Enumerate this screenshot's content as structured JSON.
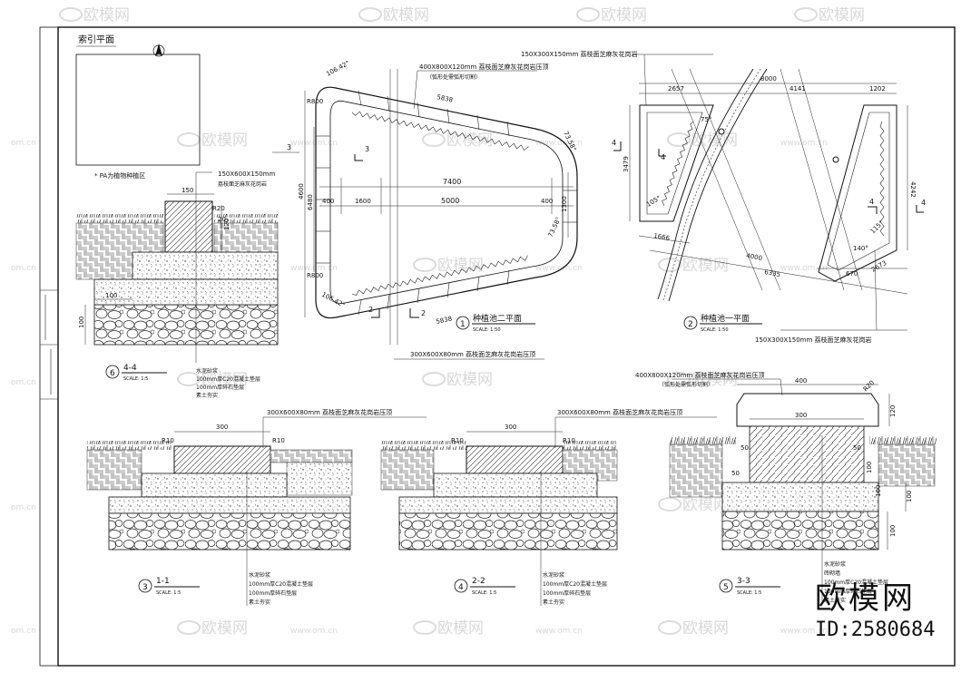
{
  "watermark": {
    "text": "欧模网",
    "domain": "www.om.cn",
    "domain_short": "om.cn"
  },
  "brand": {
    "logo": "欧模网",
    "id": "ID:2580684"
  },
  "index_plan": {
    "title": "索引平面",
    "note": "* PA为植物种植区"
  },
  "plan1": {
    "title": "种植池二平面",
    "scale": "SCALE: 1:50",
    "number": "1",
    "dims": {
      "top_edge": "5838",
      "bottom_edge": "5838",
      "width_inner": "5000",
      "width_outer": "7400",
      "height_outer": "6480",
      "height_inner": "4600",
      "left_seg": "400",
      "mid_seg": "1600",
      "right_seg": "400",
      "right_h": "1300",
      "angle_top_left": "106.42°",
      "angle_bottom_left": "106.42°",
      "angle_top_right": "73.58°",
      "angle_bottom_right": "73.58°",
      "radius_top": "R800",
      "radius_bottom": "R800"
    },
    "callout_top": "400X800X120mm 荔枝面芝麻灰花岗岩压顶",
    "callout_top_sub": "（弧形处需弧形切割）",
    "callout_bottom": "300X600X80mm 荔枝面芝麻灰花岗岩压顶",
    "section_marks": [
      "3",
      "3",
      "2",
      "2"
    ]
  },
  "plan2": {
    "title": "种植池一平面",
    "scale": "SCALE: 1:50",
    "number": "2",
    "callout_top": "150X300X150mm 荔枝面芝麻灰花岗岩",
    "callout_bottom": "150X300X150mm 荔枝面芝麻灰花岗岩",
    "dims": {
      "total": "8000",
      "seg1": "2657",
      "seg2": "4141",
      "seg3": "1202",
      "left_h": "3479",
      "right_h": "4242",
      "bottom_1": "1666",
      "bottom_2": "4000",
      "bottom_3": "6335",
      "bottom_4": "670",
      "bottom_5": "2673",
      "angle_1": "75°",
      "angle_2": "105°",
      "angle_3": "140°",
      "angle_4": "115°"
    },
    "section_marks": [
      "4",
      "4",
      "4",
      "4"
    ]
  },
  "section44": {
    "title": "4-4",
    "scale": "SCALE: 1:5",
    "number": "6",
    "callout": "150X600X150mm",
    "callout_sub": "荔枝面芝麻灰花岗岩",
    "dims": {
      "top": "150",
      "r": "R20",
      "side": "20",
      "h": "120",
      "bottom": "100",
      "depth": "100"
    },
    "layers": [
      "水泥砂浆",
      "100mm厚C20混凝土垫层",
      "100mm厚碎石垫层",
      "素土夯实"
    ]
  },
  "section11": {
    "title": "1-1",
    "scale": "SCALE: 1:5",
    "number": "3",
    "callout": "300X600X80mm 荔枝面芝麻灰花岗岩压顶",
    "dims": {
      "top": "300",
      "r_left": "R10",
      "r_right": "R10"
    },
    "layers": [
      "水泥砂浆",
      "100mm厚C20混凝土垫层",
      "100mm厚碎石垫层",
      "素土夯实"
    ]
  },
  "section22": {
    "title": "2-2",
    "scale": "SCALE: 1:5",
    "number": "4",
    "callout": "300X600X80mm 荔枝面芝麻灰花岗岩压顶",
    "dims": {
      "top": "300",
      "r_left": "R10",
      "r_right": "R10"
    },
    "layers": [
      "水泥砂浆",
      "100mm厚C20混凝土垫层",
      "100mm厚碎石垫层",
      "素土夯实"
    ]
  },
  "section33": {
    "title": "3-3",
    "scale": "SCALE: 1:5",
    "number": "5",
    "callout": "400X800X120mm 荔枝面芝麻灰花岗岩压顶",
    "callout_sub": "（弧形处需弧形切割）",
    "dims": {
      "outer": "400",
      "inner": "300",
      "r": "R20",
      "h": "120",
      "left_50a": "50",
      "left_50b": "50",
      "right_50": "50",
      "right_100": "100",
      "right_100b": "100",
      "depth_100": "100",
      "depth_100b": "100"
    },
    "layers": [
      "水泥砂浆",
      "砖砌墙",
      "100mm厚C20混凝土垫层",
      "100mm厚碎石垫层",
      "素土夯实"
    ]
  }
}
